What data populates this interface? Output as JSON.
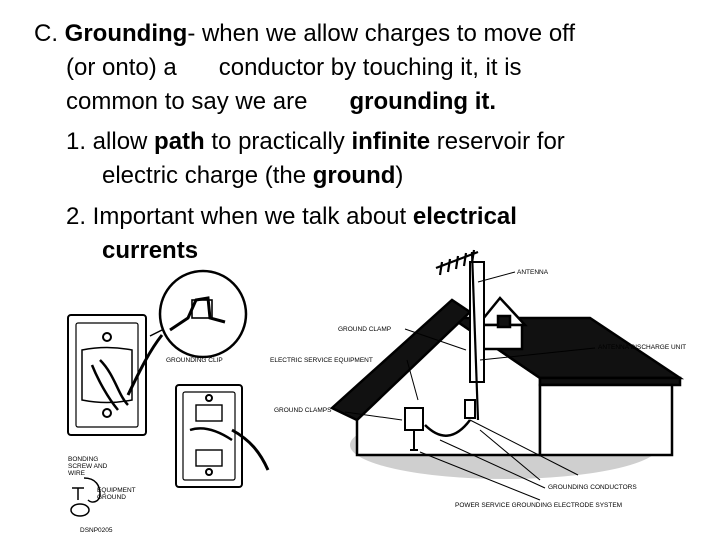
{
  "slide": {
    "line1": {
      "prefix": "C. ",
      "term": "Grounding",
      "rest": "- when we allow charges to move off"
    },
    "line2": {
      "text_a": "(or onto) a",
      "text_b": "conductor by touching it, it is"
    },
    "line3": {
      "text_a": "common to say we are",
      "term": "grounding it."
    },
    "point1": {
      "prefix": "1. allow ",
      "w1": "path",
      "t1": " to practically ",
      "w2": "infinite",
      "t2": " reservoir for"
    },
    "point1_cont": {
      "t1": "electric charge (the ",
      "w1": "ground",
      "t2": ")"
    },
    "point2": {
      "t1": "2. Important when we talk about ",
      "w1": "electrical"
    },
    "point2_cont": {
      "w1": "currents"
    }
  },
  "figure": {
    "labels": {
      "antenna": "ANTENNA",
      "ground_clamp": "GROUND CLAMP",
      "antenna_discharge_unit": "ANTENNA DISCHARGE UNIT",
      "electric_service_equipment": "ELECTRIC SERVICE EQUIPMENT",
      "ground_clamps": "GROUND CLAMPS",
      "grounding_conductors": "GROUNDING CONDUCTORS",
      "power_service_grounding": "POWER SERVICE GROUNDING ELECTRODE SYSTEM",
      "grounding_clip": "GROUNDING CLIP",
      "bonding_screw_line1": "BONDING",
      "bonding_screw_line2": "SCREW AND",
      "bonding_screw_line3": "WIRE",
      "equipment_ground_line1": "EQUIPMENT",
      "equipment_ground_line2": "GROUND",
      "figure_code": "DSNP0205"
    }
  }
}
